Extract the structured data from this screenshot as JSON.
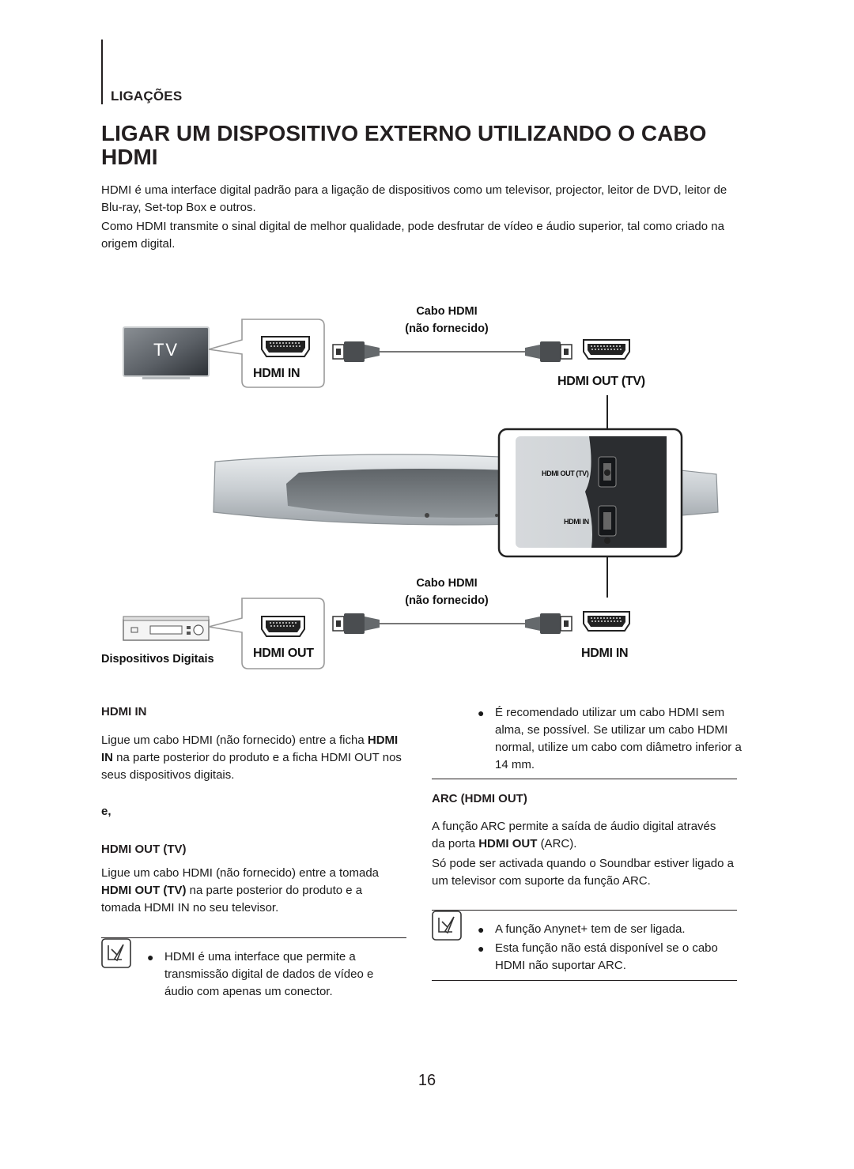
{
  "header": {
    "section_label": "LIGAÇÕES",
    "title": "LIGAR UM DISPOSITIVO EXTERNO UTILIZANDO O CABO HDMI"
  },
  "intro": {
    "p1": "HDMI é uma interface digital padrão para a ligação de dispositivos como um televisor, projector, leitor de DVD, leitor de Blu-ray, Set-top Box e outros.",
    "p2": "Como HDMI transmite o sinal digital de melhor qualidade, pode desfrutar de vídeo e áudio superior, tal como criado na origem digital."
  },
  "diagram": {
    "tv_label": "TV",
    "top_cable_line1": "Cabo HDMI",
    "top_cable_line2": "(não fornecido)",
    "tv_port": "HDMI IN",
    "soundbar_top_port": "HDMI OUT (TV)",
    "panel_label_out": "HDMI OUT (TV)",
    "panel_label_in": "HDMI IN",
    "bottom_cable_line1": "Cabo HDMI",
    "bottom_cable_line2": "(não fornecido)",
    "device_port": "HDMI OUT",
    "device_label": "Dispositivos Digitais",
    "soundbar_bottom_port": "HDMI IN"
  },
  "left": {
    "hdmi_in_heading": "HDMI IN",
    "hdmi_in_text_before": "Ligue um cabo HDMI (não fornecido) entre a ficha",
    "hdmi_in_bold": "HDMI IN",
    "hdmi_in_text_after": "na parte posterior do produto e a ficha HDMI OUT nos seus dispositivos digitais.",
    "and": "e,",
    "hdmi_out_heading": "HDMI OUT (TV)",
    "hdmi_out_text_before": "Ligue um cabo HDMI (não fornecido) entre a tomada",
    "hdmi_out_bold": "HDMI OUT (TV)",
    "hdmi_out_text_after": "na parte posterior do produto e a tomada HDMI IN no seu televisor.",
    "note_bullet": "HDMI é uma interface que permite a transmissão digital de dados de vídeo e áudio com apenas um conector."
  },
  "right": {
    "top_bullet": "É recomendado utilizar um cabo HDMI sem alma, se possível. Se utilizar um cabo HDMI normal, utilize um cabo com diâmetro inferior a 14 mm.",
    "arc_heading": "ARC (HDMI OUT)",
    "arc_p1_before": "A função ARC permite a saída de áudio digital através da porta",
    "arc_p1_bold": "HDMI OUT",
    "arc_p1_after": "(ARC).",
    "arc_p2": "Só pode ser activada quando o Soundbar estiver ligado a um televisor com suporte da função ARC.",
    "note_bullets": [
      "A função Anynet+ tem de ser ligada.",
      "Esta função não está disponível se o cabo HDMI não suportar ARC."
    ]
  },
  "footer": {
    "page_number": "16"
  },
  "icons": {
    "note": "note-pencil-icon",
    "hdmi_port": "hdmi-port-icon",
    "hdmi_plug": "hdmi-plug-icon",
    "tv": "tv-icon",
    "player": "media-player-icon",
    "soundbar": "soundbar-icon"
  }
}
